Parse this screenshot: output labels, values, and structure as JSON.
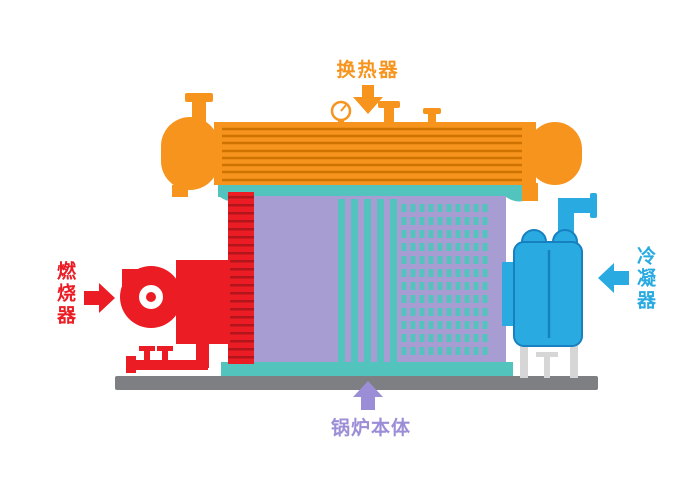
{
  "labels": {
    "heat_exchanger": "换热器",
    "burner": "燃烧器",
    "condenser": "冷凝器",
    "boiler_body": "锅炉本体"
  },
  "colors": {
    "heat_exchanger": "#F7941D",
    "heat_exchanger_tube": "#CE7300",
    "burner": "#EC1C24",
    "burner_dark": "#B0161B",
    "condenser": "#29ABE2",
    "condenser_dark": "#1680C0",
    "boiler_body": "#A89DD3",
    "tube_teal": "#53C3BD",
    "base_gray": "#7D7F82",
    "support_gray": "#D6D6D6",
    "label_purple": "#9C8ED6",
    "background": "#FFFFFF"
  },
  "diagram": {
    "type": "boiler-system-schematic",
    "components": [
      {
        "id": "heat-exchanger",
        "label": "换热器"
      },
      {
        "id": "burner",
        "label": "燃烧器"
      },
      {
        "id": "condenser",
        "label": "冷凝器"
      },
      {
        "id": "boiler-body",
        "label": "锅炉本体"
      }
    ]
  }
}
